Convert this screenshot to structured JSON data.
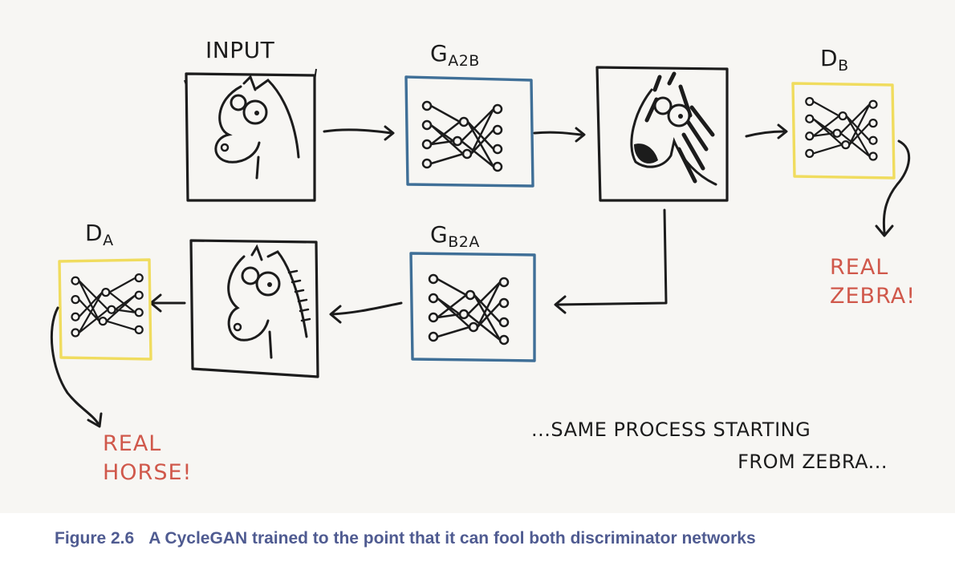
{
  "labels": {
    "input": "INPUT",
    "g_a2b_main": "G",
    "g_a2b_sub": "A2B",
    "d_b_main": "D",
    "d_b_sub": "B",
    "g_b2a_main": "G",
    "g_b2a_sub": "B2A",
    "d_a_main": "D",
    "d_a_sub": "A",
    "real_zebra_line1": "REAL",
    "real_zebra_line2": "ZEBRA!",
    "real_horse_line1": "REAL",
    "real_horse_line2": "HORSE!",
    "note_line1": "...SAME PROCESS STARTING",
    "note_line2": "FROM ZEBRA..."
  },
  "caption": {
    "figure_number": "Figure 2.6",
    "text": "A CycleGAN trained to the point that it can fool both discriminator networks"
  },
  "colors": {
    "generator_frame": "#3f6f97",
    "discriminator_frame": "#f0dc5e",
    "real_text": "#d0584b",
    "caption": "#4f5b91",
    "ink": "#1c1c1c"
  }
}
